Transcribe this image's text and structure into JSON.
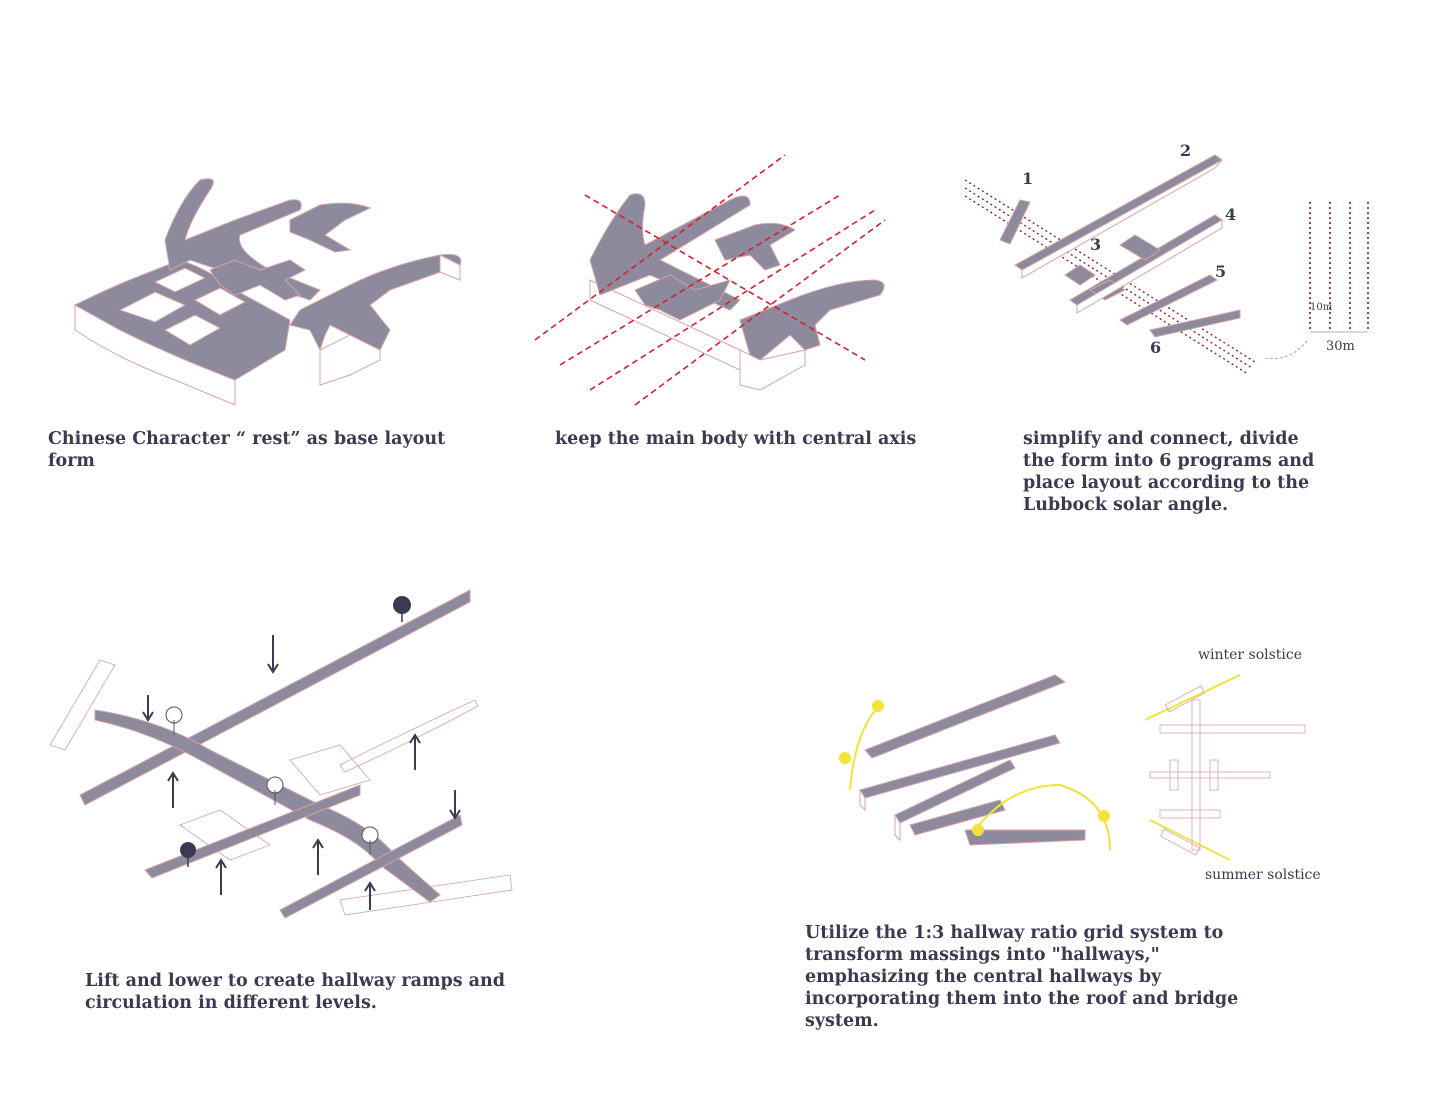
{
  "colors": {
    "mass_fill": "#8c8a9c",
    "outline": "#d6a3a8",
    "axis_red": "#d42030",
    "dot_red": "#8a1420",
    "text": "#3a3b50",
    "arrow": "#3a3b50",
    "tree": "#3a3b50",
    "solar_yellow": "#f2e23a"
  },
  "panels": [
    {
      "caption": "Chinese Character “ rest” as base layout form"
    },
    {
      "caption": "keep the main body with central axis"
    },
    {
      "caption": "simplify and connect, divide the form into 6 programs and place layout according to the Lubbock solar angle.",
      "program_labels": [
        "1",
        "2",
        "3",
        "4",
        "5",
        "6"
      ],
      "dim_height": "10m",
      "dim_width": "30m"
    },
    {
      "caption": "Lift and lower to create hallway ramps and circulation in different levels."
    },
    {
      "caption": "Utilize the 1:3 hallway ratio grid system to transform massings into \"hallways,\" emphasizing the central hallways by incorporating them into the roof and bridge system.",
      "winter_label": "winter solstice",
      "summer_label": "summer solstice"
    }
  ]
}
